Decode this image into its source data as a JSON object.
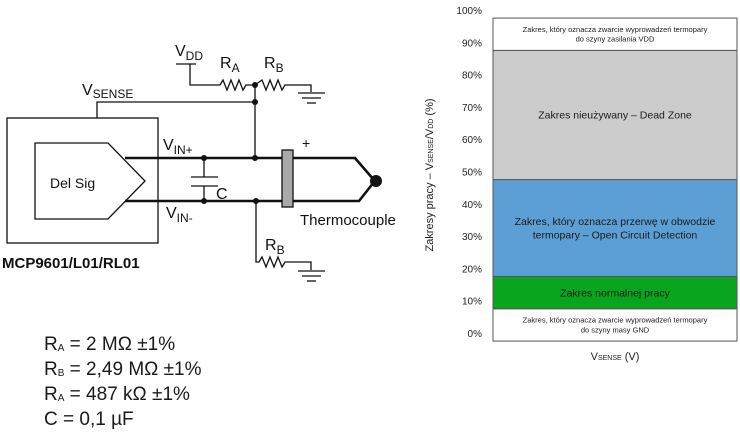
{
  "circuit": {
    "vdd_label": "V",
    "vdd_sub": "DD",
    "ra_label": "R",
    "ra_sub": "A",
    "rb_label": "R",
    "rb_sub": "B",
    "rb2_label": "R",
    "rb2_sub": "B",
    "vsense_label": "V",
    "vsense_sub": "SENSE",
    "vin_plus_label": "V",
    "vin_plus_sub": "IN+",
    "vin_minus_label": "V",
    "vin_minus_sub": "IN-",
    "cap_label": "C",
    "block_label": "Del Sig",
    "plus_label": "+",
    "thermocouple_label": "Thermocouple",
    "chip_label": "MCP9601/L01/RL01"
  },
  "specs": [
    {
      "sym": "R",
      "sub": "A",
      "rest": " = 2 MΩ ±1%"
    },
    {
      "sym": "R",
      "sub": "B",
      "rest": " = 2,49 MΩ ±1%"
    },
    {
      "sym": "R",
      "sub": "A",
      "rest": " = 487 kΩ ±1%"
    },
    {
      "sym": "C",
      "sub": "",
      "rest": " = 0,1 µF"
    }
  ],
  "chart_data": {
    "type": "bar",
    "title": "",
    "xlabel": "V",
    "xlabel_sub": "SENSE",
    "xlabel_suffix": " (V)",
    "ylabel_prefix": "Zakresy pracy – V",
    "ylabel_sub1": "SENSE",
    "ylabel_mid": "/V",
    "ylabel_sub2": "DD",
    "ylabel_suffix": " (%)",
    "ylim": [
      0,
      100
    ],
    "yticks": [
      "0%",
      "10%",
      "20%",
      "30%",
      "40%",
      "50%",
      "60%",
      "70%",
      "80%",
      "90%",
      "100%"
    ],
    "grid": false,
    "zones": [
      {
        "from": -2.5,
        "to": 7.5,
        "color": "#ffffff",
        "lines": [
          "Zakres, który oznacza zwarcie wyprowadzeń termopary",
          "do szyny masy GND"
        ],
        "size": "small"
      },
      {
        "from": 7.5,
        "to": 17.5,
        "color": "#0aa51e",
        "lines": [
          "Zakres normalnej pracy"
        ],
        "size": "large"
      },
      {
        "from": 17.5,
        "to": 47.5,
        "color": "#5b9fd4",
        "lines": [
          "Zakres, który oznacza przerwę w obwodzie",
          "termopary – Open Circuit Detection"
        ],
        "size": "large"
      },
      {
        "from": 47.5,
        "to": 87.5,
        "color": "#cccccc",
        "lines": [
          "Zakres nieużywany – Dead Zone"
        ],
        "size": "large"
      },
      {
        "from": 87.5,
        "to": 97.5,
        "color": "#ffffff",
        "lines": [
          "Zakres, który oznacza zwarcie wyprowadzeń termopary",
          "do szyny zasilania VDD"
        ],
        "size": "small"
      }
    ]
  }
}
